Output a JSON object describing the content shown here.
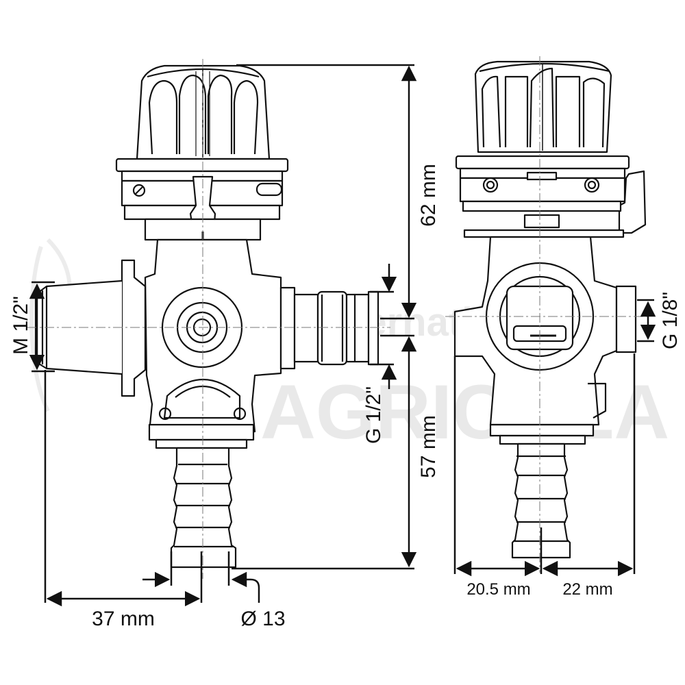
{
  "watermark": {
    "text_line1": "Alternativa",
    "text_line2": "AGRICOLA",
    "color": "#e9e9e9"
  },
  "colors": {
    "line": "#111111",
    "center_line": "#777777",
    "background": "#ffffff"
  },
  "dimensions": {
    "height_upper": "62 mm",
    "height_lower": "57 mm",
    "thread_inlet": "M 1/2\"",
    "thread_outlet": "G 1/2\"",
    "thread_gauge": "G 1/8\"",
    "offset_front": "37 mm",
    "hose_diameter": "Ø 13",
    "offset_side_left": "20.5 mm",
    "offset_side_right": "22 mm"
  }
}
